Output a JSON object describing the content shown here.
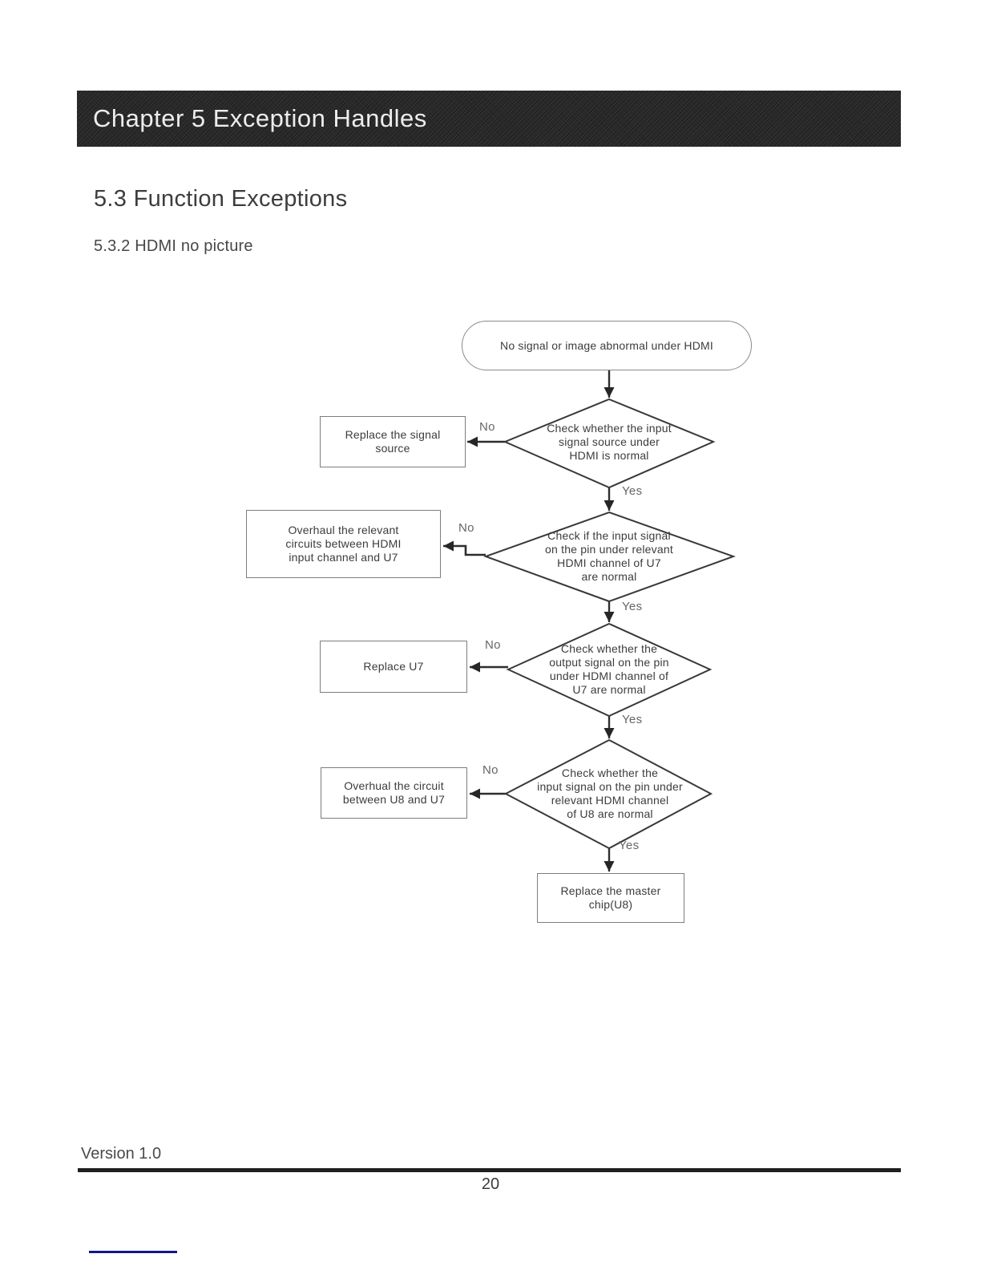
{
  "document": {
    "chapter_title": "Chapter 5 Exception Handles",
    "section_heading": "5.3 Function Exceptions",
    "subsection_heading": "5.3.2 HDMI no picture",
    "footer": {
      "version": "Version 1.0",
      "page_number": "20"
    }
  },
  "flowchart": {
    "branch_labels": {
      "yes": "Yes",
      "no": "No"
    },
    "start_node": {
      "text": "No signal or image abnormal under HDMI"
    },
    "decisions": [
      {
        "text": "Check whether the input\nsignal source under\nHDMI is normal"
      },
      {
        "text": "Check if the input signal\non the pin under relevant\nHDMI channel of U7\nare normal"
      },
      {
        "text": "Check whether the\noutput signal on the pin\nunder HDMI channel of\nU7 are normal"
      },
      {
        "text": "Check whether the\ninput signal on the pin under\nrelevant HDMI channel\nof U8 are normal"
      }
    ],
    "actions": [
      {
        "text": "Replace the signal\nsource"
      },
      {
        "text": "Overhaul the relevant\ncircuits between HDMI\ninput channel and U7"
      },
      {
        "text": "Replace U7"
      },
      {
        "text": "Overhual the circuit\nbetween U8 and U7"
      }
    ],
    "end_node": {
      "text": "Replace the master\nchip(U8)"
    }
  }
}
